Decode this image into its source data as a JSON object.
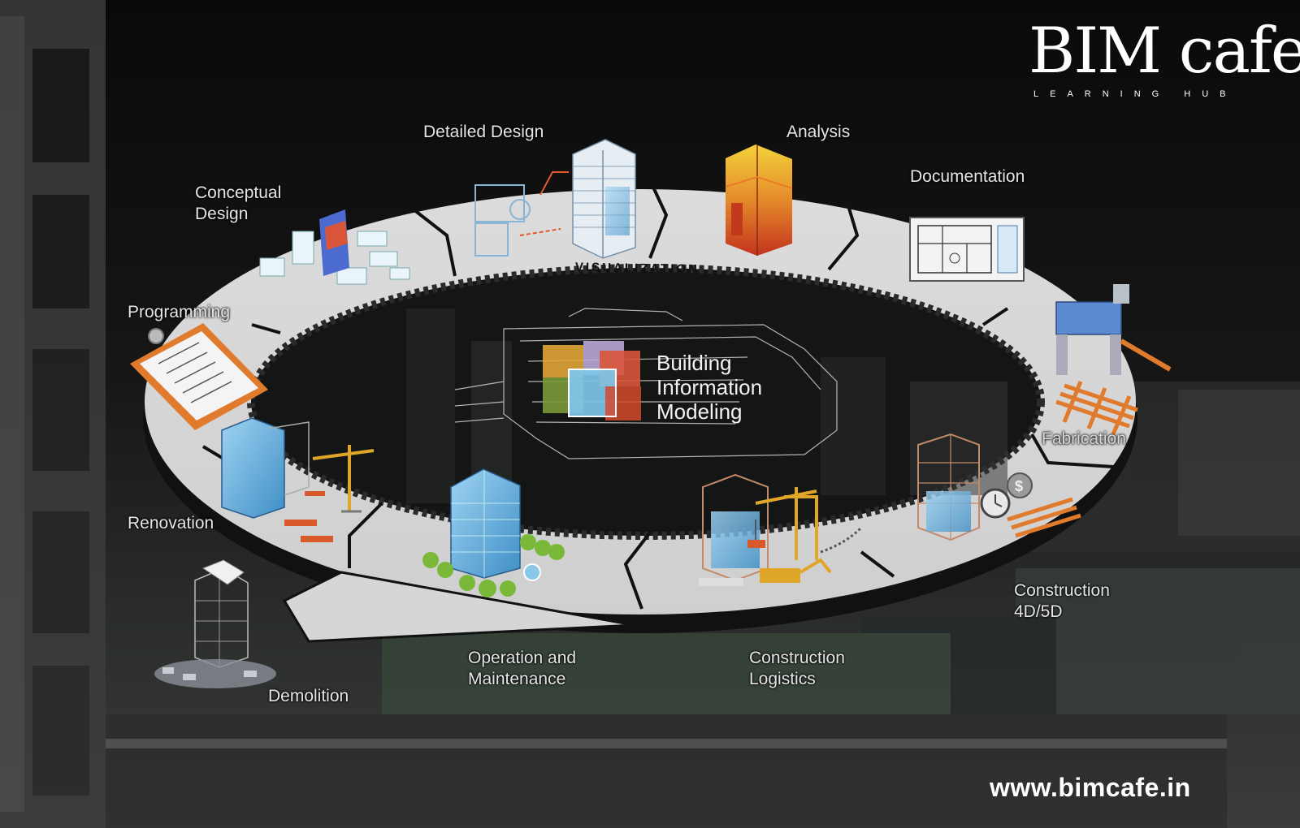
{
  "brand": {
    "logo": "BIM cafe",
    "tagline": "LEARNING HUB",
    "url": "www.bimcafe.in"
  },
  "center": {
    "title": "Building\nInformation\nModeling",
    "ring_text": "VISUALIZATION"
  },
  "stages": {
    "conceptual_design": "Conceptual\nDesign",
    "detailed_design": "Detailed Design",
    "analysis": "Analysis",
    "documentation": "Documentation",
    "fabrication": "Fabrication",
    "construction_4d5d": "Construction\n4D/5D",
    "construction_logistics": "Construction\nLogistics",
    "operation_maintenance": "Operation and\nMaintenance",
    "demolition": "Demolition",
    "renovation": "Renovation",
    "programming": "Programming"
  },
  "colors": {
    "ring": "#d9d9d9",
    "ring_edge": "#1a1a1a",
    "building_blue": "#5fa8d8",
    "accent_orange": "#e07a2c",
    "crane_yellow": "#e0a62a"
  }
}
